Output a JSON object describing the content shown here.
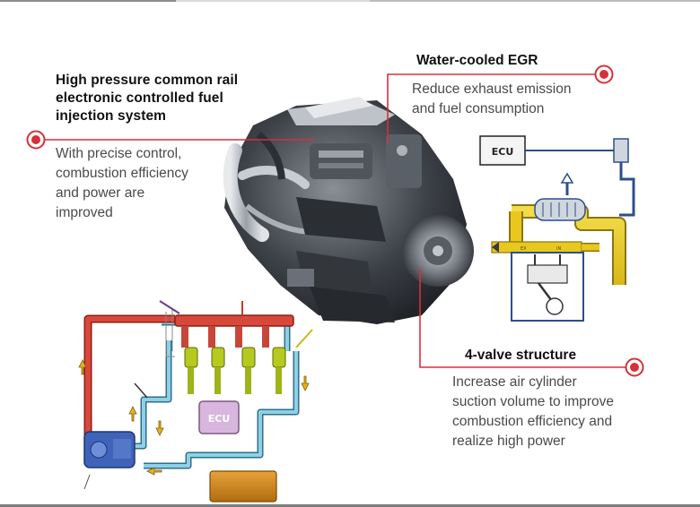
{
  "features": {
    "fuel_injection": {
      "title": "High pressure common rail\nelectronic controlled fuel\ninjection system",
      "description": "With precise control,\ncombustion efficiency\nand power are\nimproved"
    },
    "egr": {
      "title": "Water-cooled EGR",
      "description": "Reduce exhaust emission\nand fuel consumption"
    },
    "valve": {
      "title": "4-valve structure",
      "description": "Increase air cylinder\nsuction volume to improve\ncombustion efficiency and\nrealize high power"
    }
  },
  "diagram_labels": {
    "egr_ecu": "ECU",
    "fuel_ecu": "ECU"
  },
  "colors": {
    "callout_red": "#d6303a",
    "fuel_red": "#c83a2a",
    "fuel_blue": "#6fb0c8",
    "tank": "#c98618",
    "exhaust_yellow": "#e8c81e",
    "egr_blue": "#2d4f8a"
  }
}
